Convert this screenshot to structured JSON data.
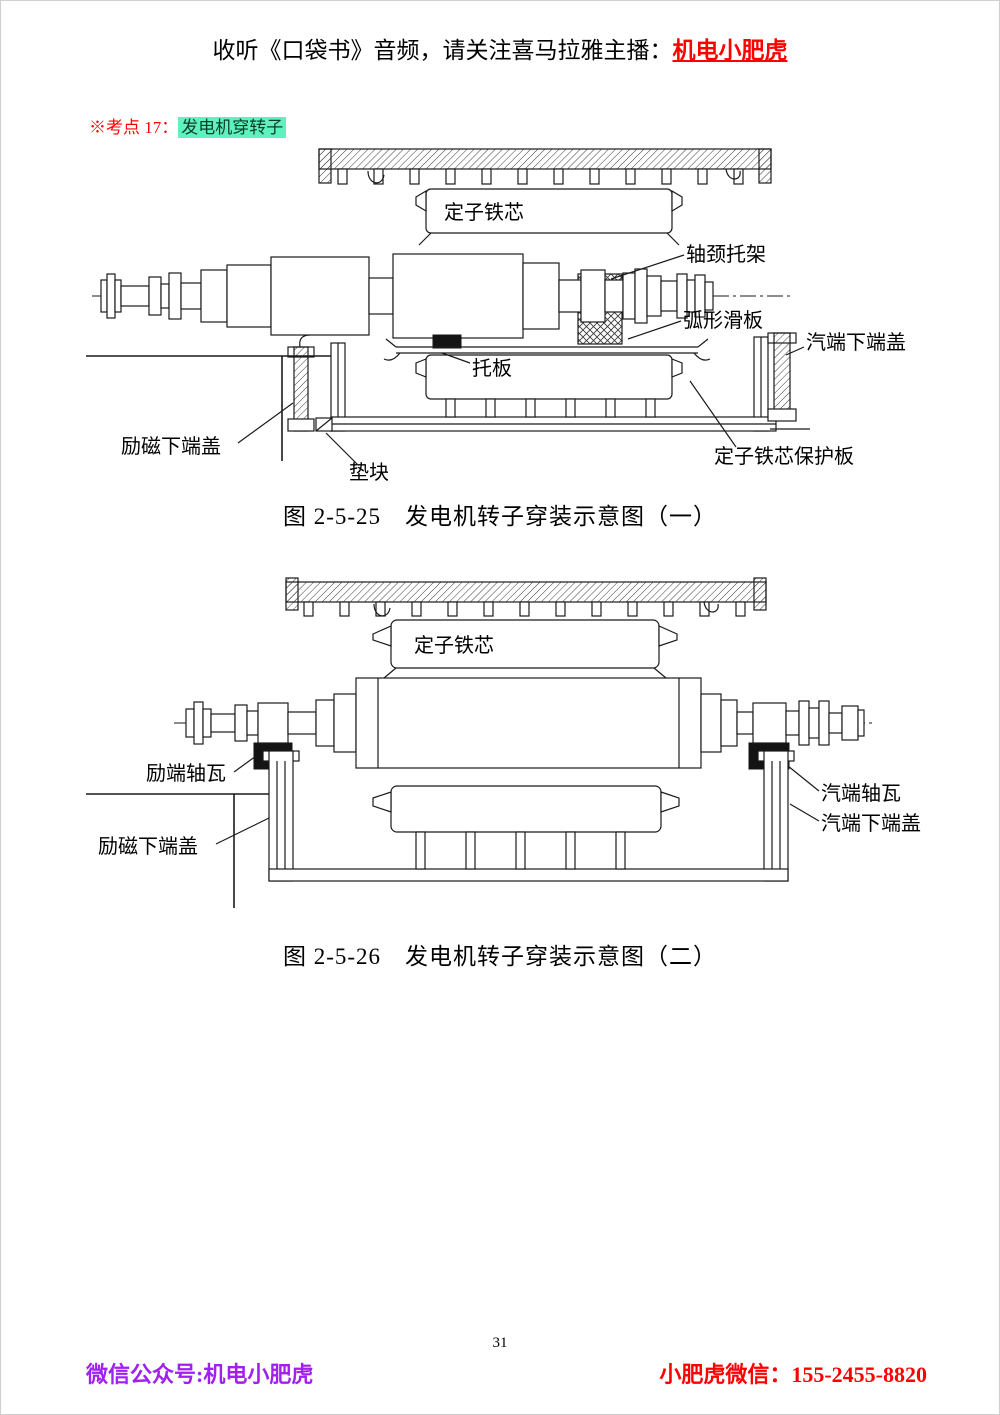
{
  "header": {
    "text": "收听《口袋书》音频，请关注喜马拉雅主播：",
    "link": "机电小肥虎"
  },
  "key_point": {
    "marker": "※考点 17：",
    "topic": "发电机穿转子"
  },
  "figure1": {
    "caption": "图 2-5-25　发电机转子穿装示意图（一）",
    "labels": {
      "stator_core": "定子铁芯",
      "journal_bracket": "轴颈托架",
      "arc_slide_plate": "弧形滑板",
      "support_plate": "托板",
      "steam_end_lower_cover": "汽端下端盖",
      "excitation_lower_cover": "励磁下端盖",
      "pad_block": "垫块",
      "stator_core_protection_plate": "定子铁芯保护板"
    }
  },
  "figure2": {
    "caption": "图 2-5-26　发电机转子穿装示意图（二）",
    "labels": {
      "stator_core": "定子铁芯",
      "excitation_end_bearing": "励端轴瓦",
      "steam_end_bearing": "汽端轴瓦",
      "excitation_lower_cover": "励磁下端盖",
      "steam_end_lower_cover": "汽端下端盖"
    }
  },
  "page_number": "31",
  "footer": {
    "left": "微信公众号:机电小肥虎",
    "right": "小肥虎微信：155-2455-8820"
  },
  "colors": {
    "accent_red": "#FF0000",
    "highlight_mint": "#5FF1BE",
    "footer_purple": "#A020F0"
  }
}
